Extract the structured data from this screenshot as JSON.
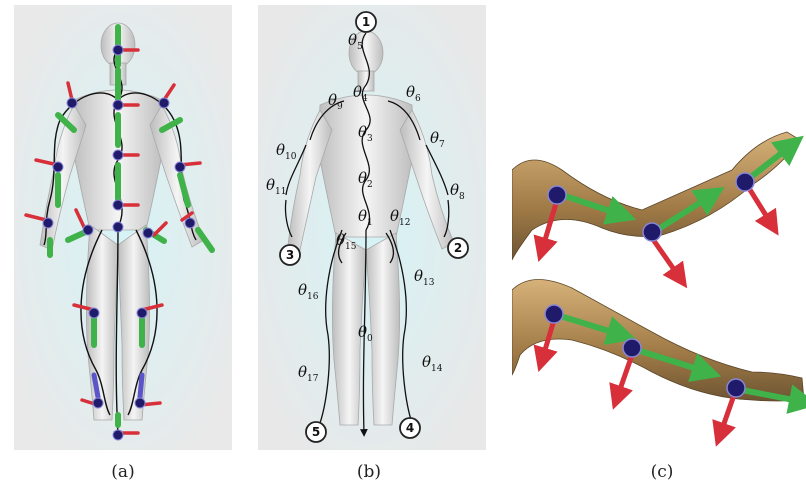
{
  "captions": {
    "a": "(a)",
    "b": "(b)",
    "c": "(c)"
  },
  "endpoints": [
    {
      "num": "1"
    },
    {
      "num": "2"
    },
    {
      "num": "3"
    },
    {
      "num": "4"
    },
    {
      "num": "5"
    }
  ],
  "angles": [
    {
      "sym": "θ",
      "sub": "5"
    },
    {
      "sym": "θ",
      "sub": "4"
    },
    {
      "sym": "θ",
      "sub": "6"
    },
    {
      "sym": "θ",
      "sub": "9"
    },
    {
      "sym": "θ",
      "sub": "3"
    },
    {
      "sym": "θ",
      "sub": "7"
    },
    {
      "sym": "θ",
      "sub": "10"
    },
    {
      "sym": "θ",
      "sub": "2"
    },
    {
      "sym": "θ",
      "sub": "8"
    },
    {
      "sym": "θ",
      "sub": "11"
    },
    {
      "sym": "θ",
      "sub": "1"
    },
    {
      "sym": "θ",
      "sub": "12"
    },
    {
      "sym": "θ",
      "sub": "15"
    },
    {
      "sym": "θ",
      "sub": "16"
    },
    {
      "sym": "θ",
      "sub": "13"
    },
    {
      "sym": "θ",
      "sub": "0"
    },
    {
      "sym": "θ",
      "sub": "17"
    },
    {
      "sym": "θ",
      "sub": "14"
    }
  ],
  "colors": {
    "panel_bg": "#e8e8e8",
    "glow": "#cfeef2",
    "body": "#d9d9d9",
    "arrow_red": "#d8303a",
    "arrow_green": "#3fb34a",
    "arrow_blue": "#5a55c8",
    "joint": "#1f1a6a",
    "skin": "#b08a55"
  }
}
